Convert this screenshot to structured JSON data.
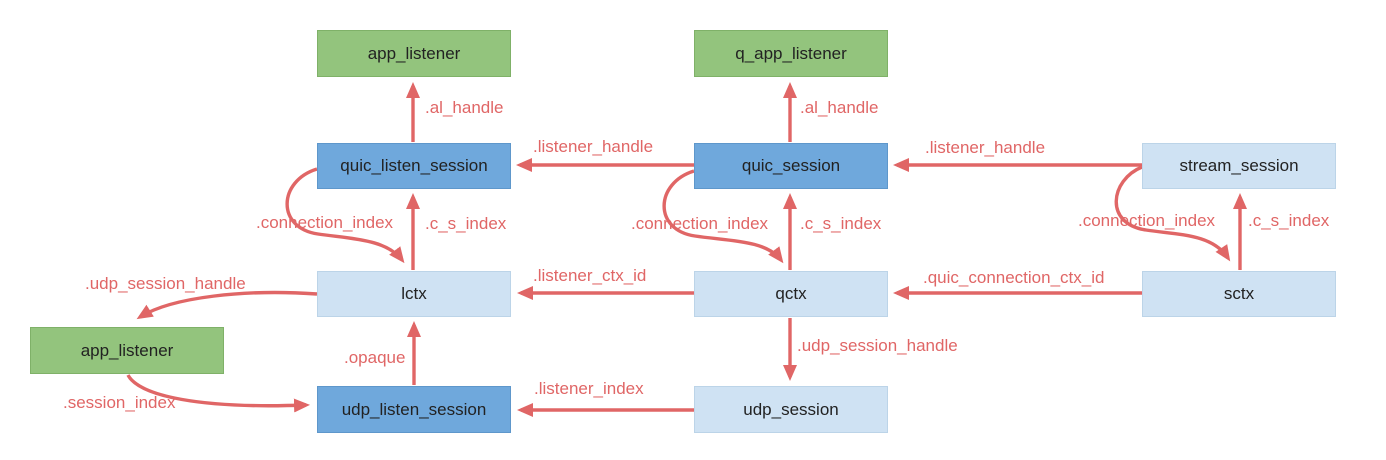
{
  "diagram": {
    "nodes": {
      "app_listener_top": {
        "label": "app_listener",
        "type": "green"
      },
      "q_app_listener": {
        "label": "q_app_listener",
        "type": "green"
      },
      "quic_listen_session": {
        "label": "quic_listen_session",
        "type": "blue"
      },
      "quic_session": {
        "label": "quic_session",
        "type": "blue"
      },
      "stream_session": {
        "label": "stream_session",
        "type": "light-blue"
      },
      "lctx": {
        "label": "lctx",
        "type": "light-blue"
      },
      "qctx": {
        "label": "qctx",
        "type": "light-blue"
      },
      "sctx": {
        "label": "sctx",
        "type": "light-blue"
      },
      "app_listener_left": {
        "label": "app_listener",
        "type": "green"
      },
      "udp_listen_session": {
        "label": "udp_listen_session",
        "type": "blue"
      },
      "udp_session": {
        "label": "udp_session",
        "type": "light-blue"
      }
    },
    "edge_labels": {
      "al_handle_left": ".al_handle",
      "al_handle_mid": ".al_handle",
      "listener_handle_left": ".listener_handle",
      "listener_handle_right": ".listener_handle",
      "connection_index_left": ".connection_index",
      "c_s_index_left": ".c_s_index",
      "connection_index_mid": ".connection_index",
      "c_s_index_mid": ".c_s_index",
      "connection_index_right": ".connection_index",
      "c_s_index_right": ".c_s_index",
      "udp_session_handle_left": ".udp_session_handle",
      "listener_ctx_id": ".listener_ctx_id",
      "quic_connection_ctx_id": ".quic_connection_ctx_id",
      "opaque": ".opaque",
      "udp_session_handle_mid": ".udp_session_handle",
      "session_index": ".session_index",
      "listener_index": ".listener_index"
    },
    "colors": {
      "background": "#ffffff",
      "node_green": "#93c47d",
      "node_blue": "#6fa8dc",
      "node_light_blue": "#cfe2f3",
      "arrow_red": "#e06666",
      "node_text": "#222222"
    }
  }
}
